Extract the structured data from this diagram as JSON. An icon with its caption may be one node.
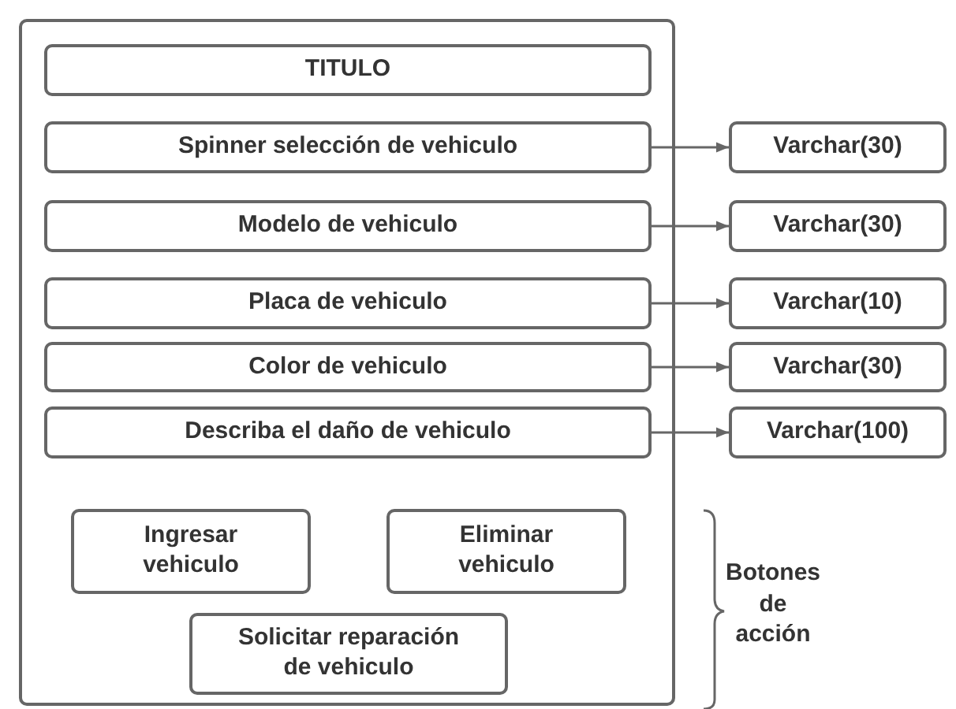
{
  "diagram": {
    "nodes": [
      {
        "text": [],
        "shape": "box"
      },
      {
        "text": [
          "TITULO"
        ],
        "in": 0
      },
      {
        "text": [
          "Spinner selección de vehiculo"
        ],
        "in": 0
      },
      {
        "text": [
          "Modelo de vehiculo"
        ],
        "in": 0
      },
      {
        "text": [
          "Placa de vehiculo"
        ],
        "in": 0
      },
      {
        "text": [
          "Color de vehiculo"
        ],
        "in": 0
      },
      {
        "text": [
          "Describa el daño de vehiculo"
        ],
        "in": 0
      },
      {
        "text": [
          "Varchar(30)"
        ]
      },
      {
        "text": [
          "Varchar(30)"
        ]
      },
      {
        "text": [
          "Varchar(10)"
        ]
      },
      {
        "text": [
          "Varchar(30)"
        ]
      },
      {
        "text": [
          "Varchar(100)"
        ]
      },
      {
        "text": [
          "Ingresar vehiculo"
        ],
        "in": 0
      },
      {
        "text": [
          "Eliminar vehiculo"
        ],
        "in": 0
      },
      {
        "text": [
          "Solicitar reparación de vehiculo"
        ],
        "in": 0
      }
    ],
    "edges": [
      {
        "from": 2,
        "to": 7,
        "arrow": "to"
      },
      {
        "from": 3,
        "to": 8,
        "arrow": "to"
      },
      {
        "from": 4,
        "to": 9,
        "arrow": "to"
      },
      {
        "from": 5,
        "to": 10,
        "arrow": "to"
      },
      {
        "from": 6,
        "to": 11,
        "arrow": "to"
      }
    ],
    "labels": [
      "Botones de acción"
    ]
  }
}
